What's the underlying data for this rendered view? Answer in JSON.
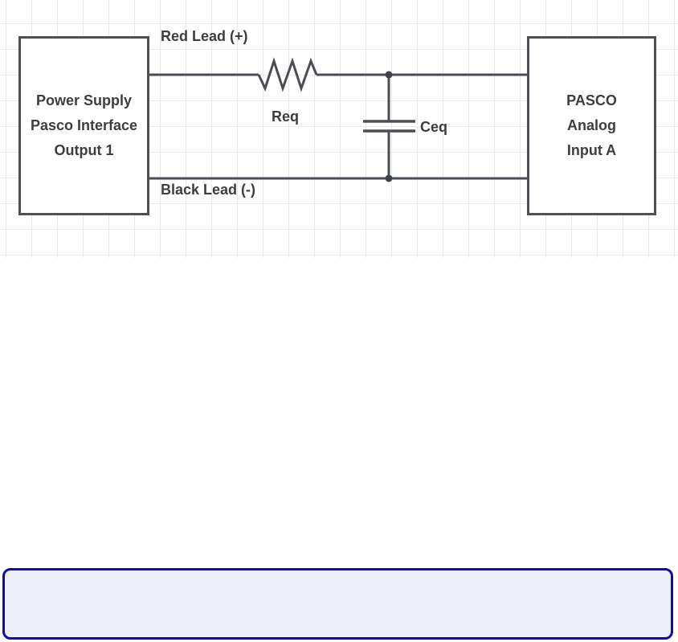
{
  "diagram": {
    "labels": {
      "red_lead": "Red Lead (+)",
      "black_lead": "Black Lead (-)",
      "resistor": "Req",
      "capacitor": "Ceq"
    },
    "power_supply_box": {
      "lines": [
        "Power Supply",
        "Pasco Interface",
        "Output 1"
      ]
    },
    "input_box": {
      "lines": [
        "PASCO",
        "Analog",
        "Input A"
      ]
    },
    "colors": {
      "wire": "#4a4e54",
      "box_border": "#4d5156",
      "label_text": "#3d3d3f",
      "grid_line": "#e9e9ea"
    }
  },
  "note_box": {
    "text": "",
    "border_color": "#0b0bb0",
    "fill_color": "#ededfa"
  }
}
